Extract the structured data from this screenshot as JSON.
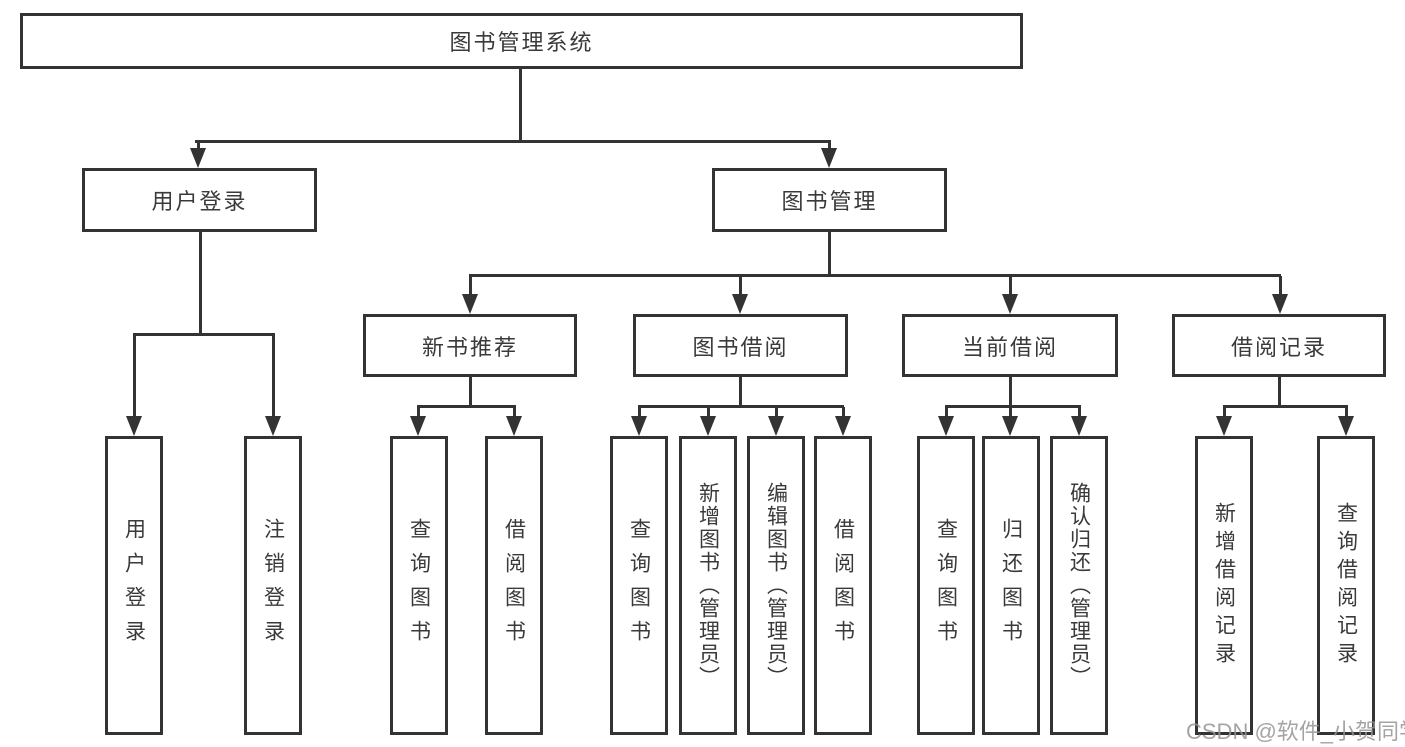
{
  "title": "图书管理系统",
  "tree": {
    "root": {
      "label": "图书管理系统",
      "children": [
        {
          "label": "用户登录",
          "children": [
            {
              "label": "用户登录"
            },
            {
              "label": "注销登录"
            }
          ]
        },
        {
          "label": "图书管理",
          "children": [
            {
              "label": "新书推荐",
              "children": [
                {
                  "label": "查询图书"
                },
                {
                  "label": "借阅图书"
                }
              ]
            },
            {
              "label": "图书借阅",
              "children": [
                {
                  "label": "查询图书"
                },
                {
                  "label": "新增图书（管理员）"
                },
                {
                  "label": "编辑图书（管理员）"
                },
                {
                  "label": "借阅图书"
                }
              ]
            },
            {
              "label": "当前借阅",
              "children": [
                {
                  "label": "查询图书"
                },
                {
                  "label": "归还图书"
                },
                {
                  "label": "确认归还（管理员）"
                }
              ]
            },
            {
              "label": "借阅记录",
              "children": [
                {
                  "label": "新增借阅记录"
                },
                {
                  "label": "查询借阅记录"
                }
              ]
            }
          ]
        }
      ]
    }
  },
  "watermark": {
    "text": "CSDN @软件_小贺同学"
  },
  "colors": {
    "line": "#333333",
    "text": "#3a3a3a",
    "watermark": "#949494",
    "background": "#ffffff"
  }
}
